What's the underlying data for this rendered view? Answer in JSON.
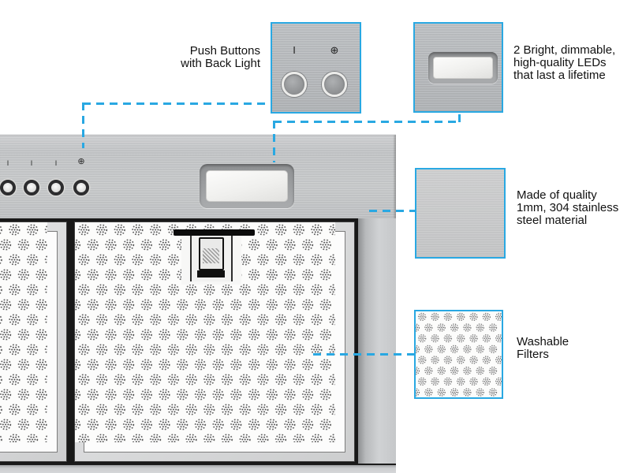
{
  "colors": {
    "accent_blue": "#29A8E2",
    "text": "#111111",
    "steel_gray": "#C8CACC",
    "recess_dark": "#181818"
  },
  "callouts": {
    "push_buttons": {
      "lines": [
        "Push Buttons",
        "with Back Light"
      ]
    },
    "leds": {
      "lines": [
        "2 Bright, dimmable,",
        "high-quality LEDs",
        "that last a lifetime"
      ]
    },
    "steel": {
      "lines": [
        "Made of quality",
        "1mm, 304 stainless",
        "steel material"
      ]
    },
    "filters": {
      "lines": [
        "Washable",
        "Filters"
      ]
    }
  },
  "control_panel": {
    "power_symbol": "I",
    "light_symbol": "⊕"
  },
  "hood": {
    "button_symbols": [
      "I",
      "I",
      "I",
      "⊕"
    ]
  }
}
